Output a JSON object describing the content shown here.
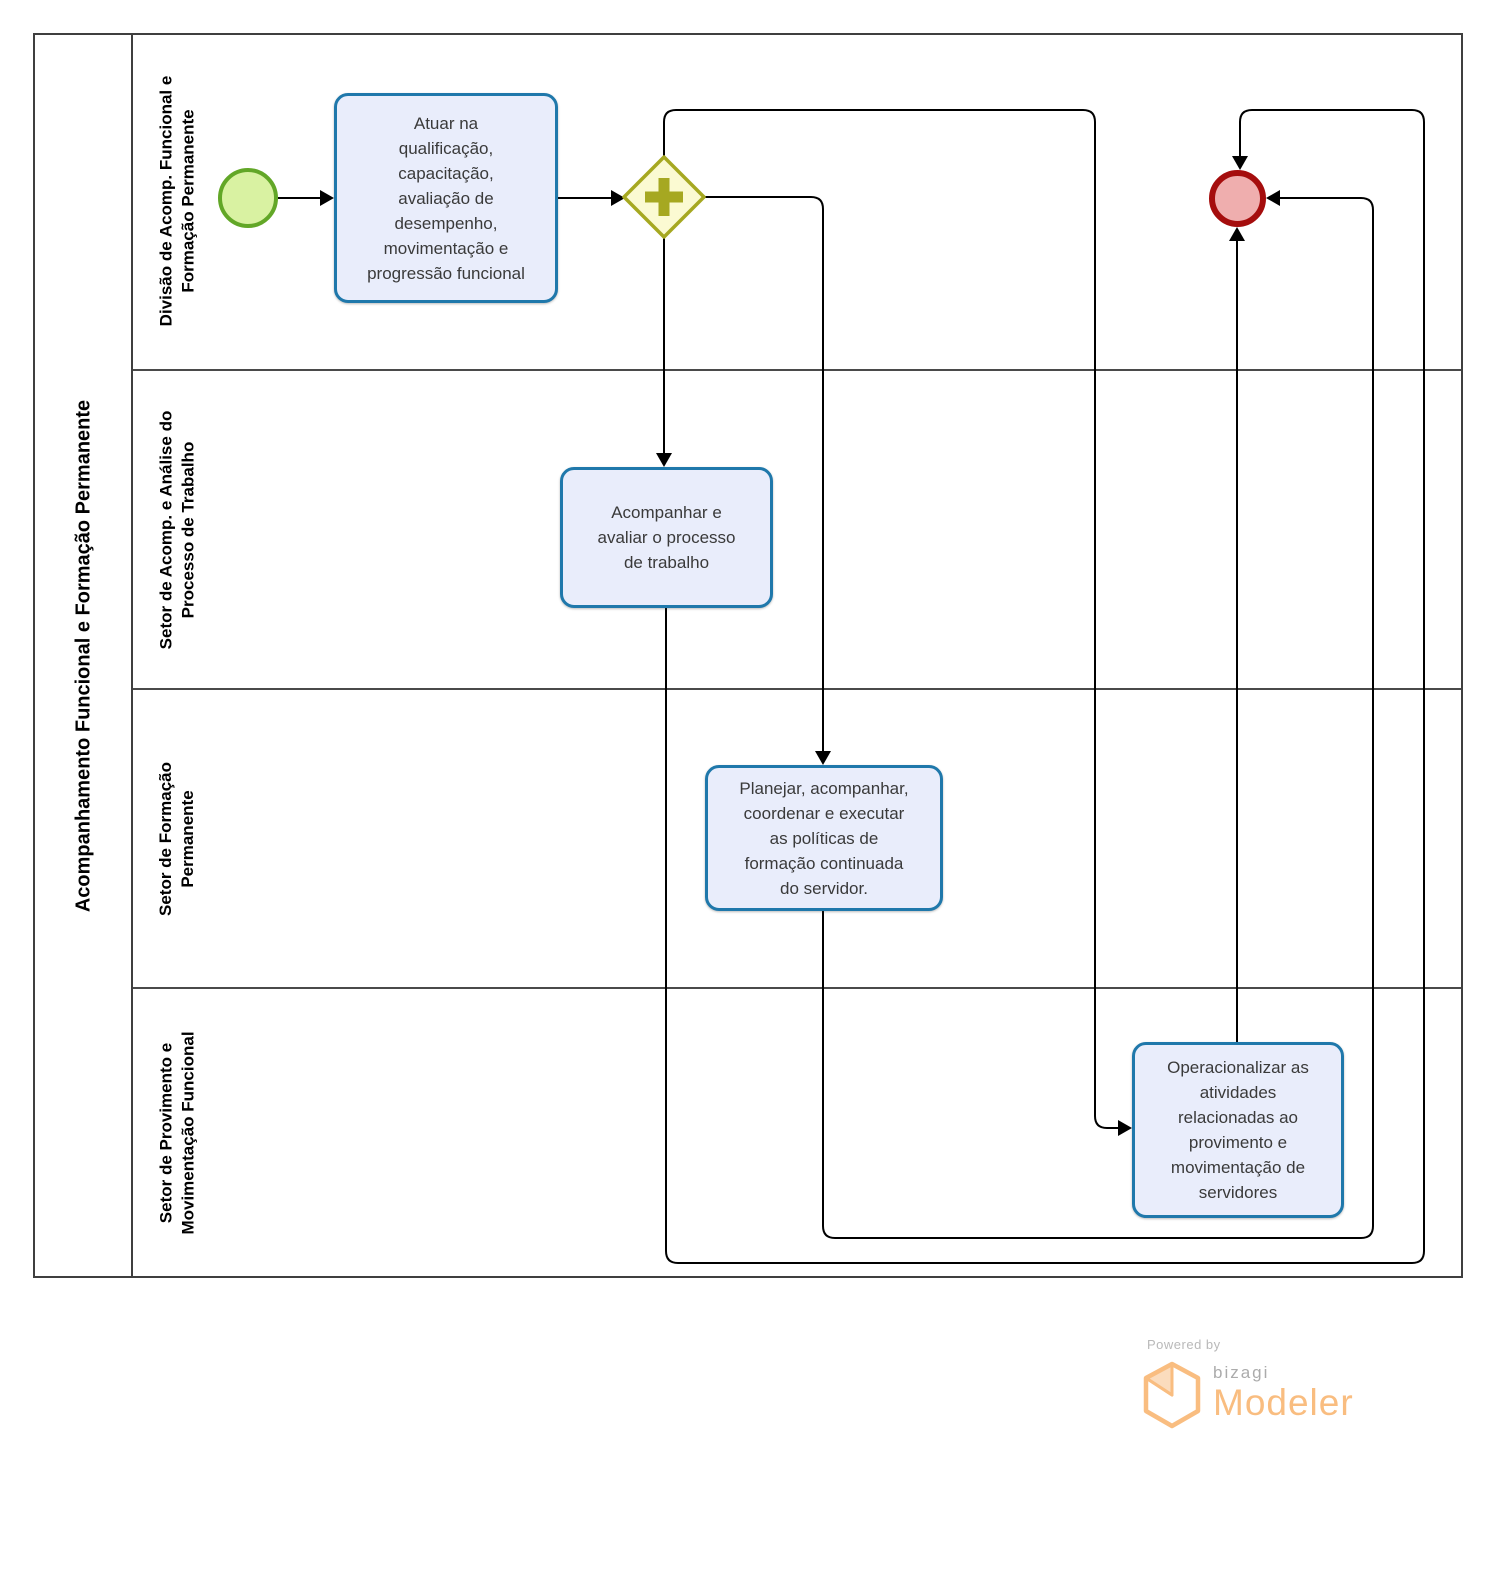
{
  "pool": {
    "title": "Acompanhamento Funcional e Formação Permanente",
    "lanes": [
      {
        "label": "Divisão de Acomp. Funcional e\nFormação Permanente"
      },
      {
        "label": "Setor de Acomp. e Análise do\nProcesso de Trabalho"
      },
      {
        "label": "Setor de Formação\nPermanente"
      },
      {
        "label": "Setor de Provimento e\nMovimentação Funcional"
      }
    ]
  },
  "tasks": {
    "atuar": {
      "text": "Atuar na\nqualificação,\ncapacitação,\navaliação de\ndesempenho,\nmovimentação e\nprogressão funcional"
    },
    "acompanhar": {
      "text": "Acompanhar e\navaliar o processo\nde trabalho"
    },
    "planejar": {
      "text": "Planejar, acompanhar,\ncoordenar e executar\nas políticas de\nformação continuada\ndo servidor."
    },
    "operacionalizar": {
      "text": "Operacionalizar as\natividades\nrelacionadas ao\nprovimento e\nmovimentação de\nservidores"
    }
  },
  "gateway": {
    "icon": "plus-parallel"
  },
  "branding": {
    "powered_by": "Powered by",
    "brand": "bizagi",
    "product": "Modeler"
  },
  "colors": {
    "task_border": "#1f78ab",
    "task_fill": "#e9edfb",
    "start_border": "#62a727",
    "start_fill": "#d9f2a2",
    "gateway_border": "#a6a821",
    "gateway_fill": "#fbfad2",
    "end_border": "#a50d0d",
    "end_fill": "#efaeae",
    "flow_line": "#000000",
    "lane_border": "#4a4a4a",
    "pool_border": "#3f3f3f",
    "brand_orange": "#f9bd80",
    "brand_gray": "#ababab",
    "powered_gray": "#b9b9b9"
  }
}
